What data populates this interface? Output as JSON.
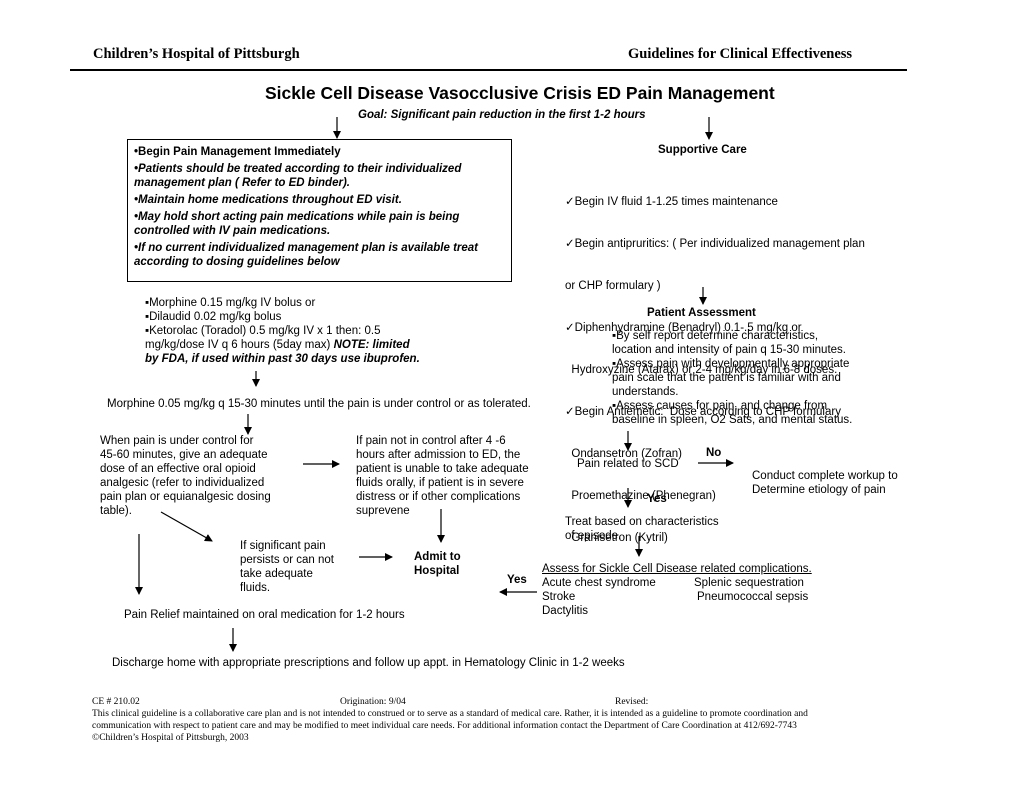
{
  "header": {
    "left": "Children’s Hospital of Pittsburgh",
    "right": "Guidelines for Clinical Effectiveness"
  },
  "title": "Sickle Cell Disease Vasocclusive Crisis ED Pain Management",
  "goal": "Goal:  Significant pain reduction in the first 1-2 hours",
  "main_box": {
    "items": [
      [
        "•Begin Pain Management Immediately"
      ],
      [
        "•Patients should be treated according to their individualized",
        "management plan ( Refer to ED binder)."
      ],
      [
        "•Maintain home medications throughout ED visit."
      ],
      [
        "•May hold short acting pain medications while pain is being",
        "controlled with IV pain medications."
      ],
      [
        "•If no current individualized management plan is available treat",
        "according to dosing guidelines below"
      ]
    ]
  },
  "meds": {
    "line1": "▪Morphine 0.15 mg/kg IV bolus or",
    "line2": "▪Dilaudid 0.02 mg/kg bolus",
    "line3": "▪Ketorolac (Toradol) 0.5 mg/kg IV x 1 then:  0.5",
    "line4_plain": "mg/kg/dose IV q 6 hours (5day max) ",
    "line4_note": "NOTE: limited",
    "line5": "by FDA, if used within past 30 days use ibuprofen."
  },
  "morphine_followup": "Morphine 0.05 mg/kg q 15-30 minutes until the pain is under control or as tolerated.",
  "pain_controlled": [
    "When pain is under control for",
    "45-60 minutes, give an adequate",
    "dose of an effective oral opioid",
    "analgesic (refer to individualized",
    "pain plan or equianalgesic dosing",
    "table)."
  ],
  "pain_not_controlled": [
    "If pain not in control after 4 -6",
    "hours after admission to ED, the",
    "patient is unable to take adequate",
    "fluids orally, if patient is in severe",
    "distress or if other complications",
    "suprevene"
  ],
  "significant_pain": [
    "If significant pain",
    "persists or can not",
    "take adequate",
    "fluids."
  ],
  "admit": [
    "Admit to",
    "Hospital"
  ],
  "relief": "Pain Relief maintained on oral medication for 1-2 hours",
  "discharge": "Discharge home with appropriate prescriptions and follow up appt. in Hematology Clinic in 1-2 weeks",
  "supportive": {
    "heading": "Supportive Care",
    "lines": [
      "✓Begin IV fluid 1-1.25 times maintenance",
      "✓Begin antipruritics: ( Per individualized management plan",
      "or CHP formulary )",
      "✓Diphenhydramine (Benadryl) 0.1-.5 mg/kg or",
      "  Hydroxyzine (Atarax) or 2-4 mg/kg/day in 6-8 doses.",
      "✓Begin Antiemetic:  Dose according to CHP formulary",
      "  Ondansetron (Zofran)",
      "  Proemethazine (Phenegran)",
      "  Granisetron (Kytril)"
    ]
  },
  "assessment": {
    "heading": "Patient Assessment",
    "lines": [
      "▪By self report determine characteristics,",
      "location and intensity of pain q 15-30 minutes.",
      "▪Assess pain with developmentally appropriate",
      "pain scale that the patient is familiar with and",
      "understands.",
      "▪Assess causes for pain, and change from",
      "baseline in spleen, O2 Sats, and mental status."
    ]
  },
  "scd": {
    "question": "Pain related to SCD",
    "no": "No",
    "yes": "Yes",
    "workup": [
      "Conduct complete workup to",
      "Determine etiology of pain"
    ],
    "treat": [
      "Treat based on characteristics",
      "of episode."
    ]
  },
  "complications": {
    "heading": "Assess for Sickle Cell Disease related complications.",
    "left": [
      "Acute chest syndrome",
      "Stroke",
      "Dactylitis"
    ],
    "right": [
      "Splenic sequestration",
      "Pneumococcal sepsis"
    ],
    "yes": "Yes"
  },
  "footer": {
    "ce": "CE # 210.02",
    "origination": "Origination: 9/04",
    "revised": "Revised:",
    "lines": [
      "This clinical guideline is a collaborative care plan and is not intended to construed or to serve as a standard of medical care.  Rather, it is intended as a guideline to promote coordination and",
      "communication with respect to patient care and may be modified to meet individual care needs. For additional information contact the Department of Care Coordination at 412/692-7743",
      "©Children’s Hospital of Pittsburgh, 2003"
    ]
  }
}
